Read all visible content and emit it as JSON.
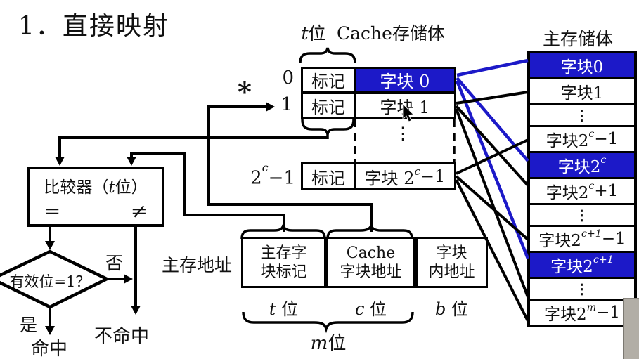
{
  "title": "1．直接映射",
  "cache": {
    "t_bits_label": {
      "it": "t",
      "rest": "位"
    },
    "header": "Cache存储体",
    "selected_marker": "*",
    "dots": "⋮",
    "rows": [
      {
        "index": {
          "pre": "0"
        },
        "tag": "标记",
        "block": {
          "pre": "字块 0"
        },
        "highlighted": true
      },
      {
        "index": {
          "pre": "1"
        },
        "tag": "标记",
        "block": {
          "pre": "字块 1"
        },
        "highlighted": false
      },
      {
        "index": {
          "pre": "2",
          "sup": "c",
          "post": "−1"
        },
        "tag": "标记",
        "block": {
          "pre": "字块 2",
          "sup": "c",
          "post": "−1"
        },
        "highlighted": false
      }
    ]
  },
  "main_memory": {
    "header": "主存储体",
    "rows": [
      {
        "text": {
          "pre": "字块0"
        },
        "highlighted": true
      },
      {
        "text": {
          "pre": "字块1"
        },
        "highlighted": false
      },
      {
        "text": {
          "pre": "⋮"
        },
        "dots": true
      },
      {
        "text": {
          "pre": "字块2",
          "sup": "c",
          "post": "−1"
        },
        "highlighted": false
      },
      {
        "text": {
          "pre": "字块2",
          "sup": "c"
        },
        "highlighted": true
      },
      {
        "text": {
          "pre": "字块2",
          "sup": "c",
          "post": "+1"
        },
        "highlighted": false
      },
      {
        "text": {
          "pre": "⋮"
        },
        "dots": true
      },
      {
        "text": {
          "pre": "字块2",
          "sup": "c+1",
          "post": "−1"
        },
        "highlighted": false
      },
      {
        "text": {
          "pre": "字块2",
          "sup": "c+1"
        },
        "highlighted": true
      },
      {
        "text": {
          "pre": "⋮"
        },
        "dots": true
      },
      {
        "text": {
          "pre": "字块2",
          "sup": "m",
          "post": "−1"
        },
        "highlighted": false
      }
    ]
  },
  "comparator": {
    "name_pre": "比较器（",
    "t": "t",
    "name_post": "位）",
    "eq": "=",
    "neq": "≠"
  },
  "decision": {
    "question": "有效位=1？",
    "yes": "是",
    "no": "否",
    "hit": "命中",
    "miss": "不命中"
  },
  "address": {
    "label": "主存地址",
    "fields": [
      {
        "line1": "主存字",
        "line2": "块标记",
        "bits": {
          "it": "t",
          "rest": " 位"
        }
      },
      {
        "line1": "Cache",
        "line2": "字块地址",
        "bits": {
          "it": "c",
          "rest": " 位"
        }
      },
      {
        "line1": "字块",
        "line2": "内地址",
        "bits": {
          "it": "b",
          "rest": " 位"
        }
      }
    ],
    "m_bits": {
      "it": "m",
      "rest": "位"
    }
  },
  "colors": {
    "highlight_blue": "#1c19c8",
    "line_black": "#000000"
  }
}
